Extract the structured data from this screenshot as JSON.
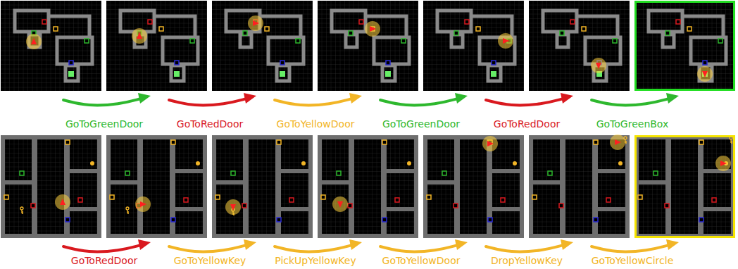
{
  "diagram": {
    "labels": [
      "GoToGreenDoor",
      "GoToRedDoor",
      "GoToYellowDoor",
      "GoToGreenDoor",
      "GoToRedDoor",
      "GoToGreenBox",
      "GoToRedDoor",
      "GoToYellowKey",
      "PickUpYellowKey",
      "GoToYellowDoor",
      "DropYellowKey",
      "GoToYellowCircle"
    ]
  }
}
